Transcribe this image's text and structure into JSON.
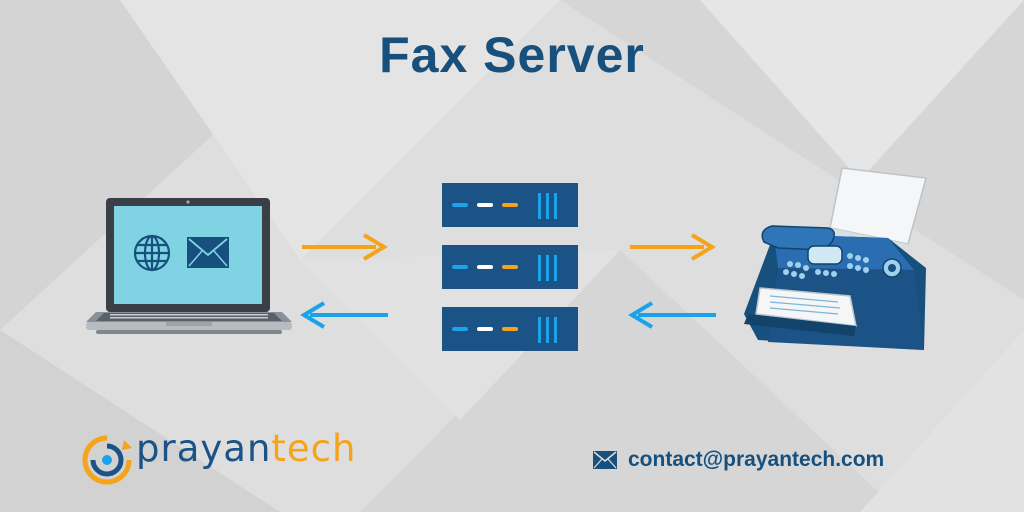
{
  "title": "Fax Server",
  "brand": {
    "prefix": "prayan",
    "suffix": "tech"
  },
  "contact": {
    "email": "contact@prayantech.com"
  },
  "colors": {
    "navy": "#17507d",
    "server": "#1b5386",
    "orange": "#f5a31a",
    "blue": "#1aa3e8",
    "screen": "#7fd3e3",
    "background": "#dcdcdc"
  },
  "icons": [
    "laptop-icon",
    "globe-icon",
    "envelope-icon",
    "server-icon",
    "fax-machine-icon",
    "mail-icon",
    "brand-logo-icon"
  ]
}
